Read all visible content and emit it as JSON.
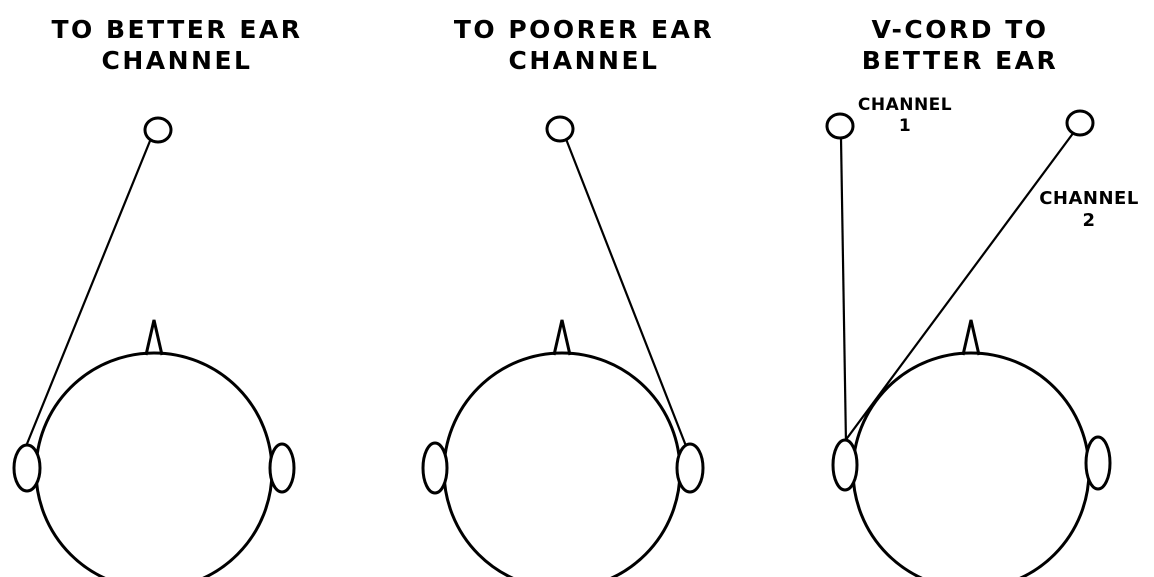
{
  "panels": [
    {
      "title_line1": "TO BETTER EAR",
      "title_line2": "CHANNEL"
    },
    {
      "title_line1": "TO POORER EAR",
      "title_line2": "CHANNEL"
    },
    {
      "title_line1": "V-CORD TO",
      "title_line2": "BETTER EAR",
      "channel1_line1": "CHANNEL",
      "channel1_line2": "1",
      "channel2_line1": "CHANNEL",
      "channel2_line2": "2"
    }
  ]
}
